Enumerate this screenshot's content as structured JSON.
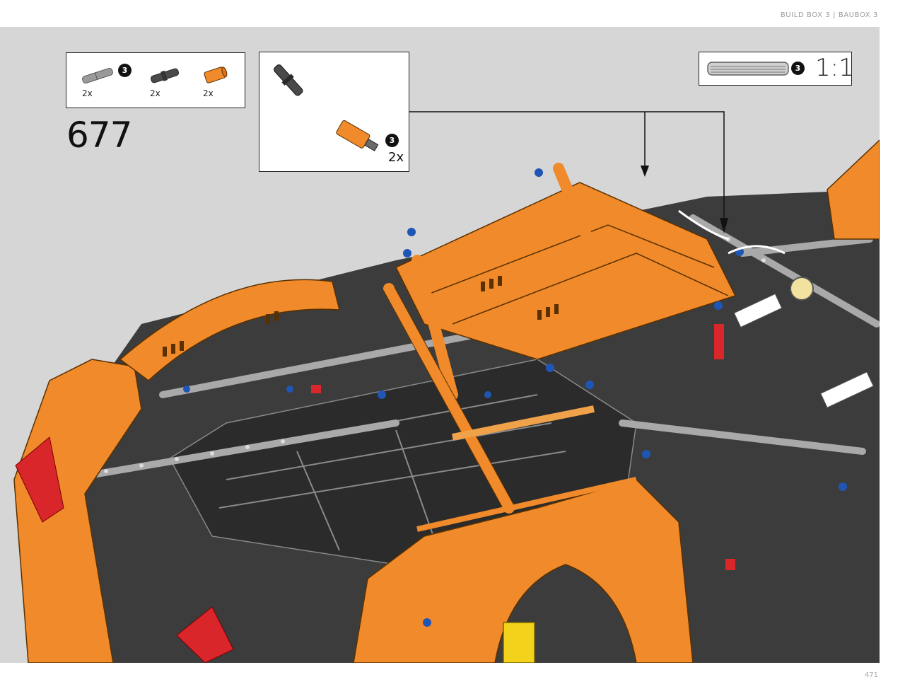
{
  "header": {
    "text": "BUILD BOX 3  |  BAUBOX 3"
  },
  "step": {
    "number": "677"
  },
  "parts": [
    {
      "qty": "2x",
      "color": "#9a9a9a",
      "icon": "gray-axle-pin-icon"
    },
    {
      "qty": "2x",
      "color": "#4a4a4a",
      "icon": "dark-gray-axle-pin-icon"
    },
    {
      "qty": "2x",
      "color": "#f08a2a",
      "icon": "orange-connector-icon"
    }
  ],
  "parts_badge": "3",
  "subassembly": {
    "badge": "3",
    "qty": "2x"
  },
  "scale": {
    "badge": "3",
    "label": "1:1",
    "icon": "axle-scale-icon"
  },
  "page": {
    "number": "471"
  },
  "colors": {
    "panel_bg": "#d6d6d6",
    "orange": "#f08a2a",
    "dark_gray": "#3c3c3c",
    "light_gray": "#a9a9a9",
    "red": "#d9262b",
    "blue": "#1f56b5",
    "yellow": "#f2d21b"
  }
}
